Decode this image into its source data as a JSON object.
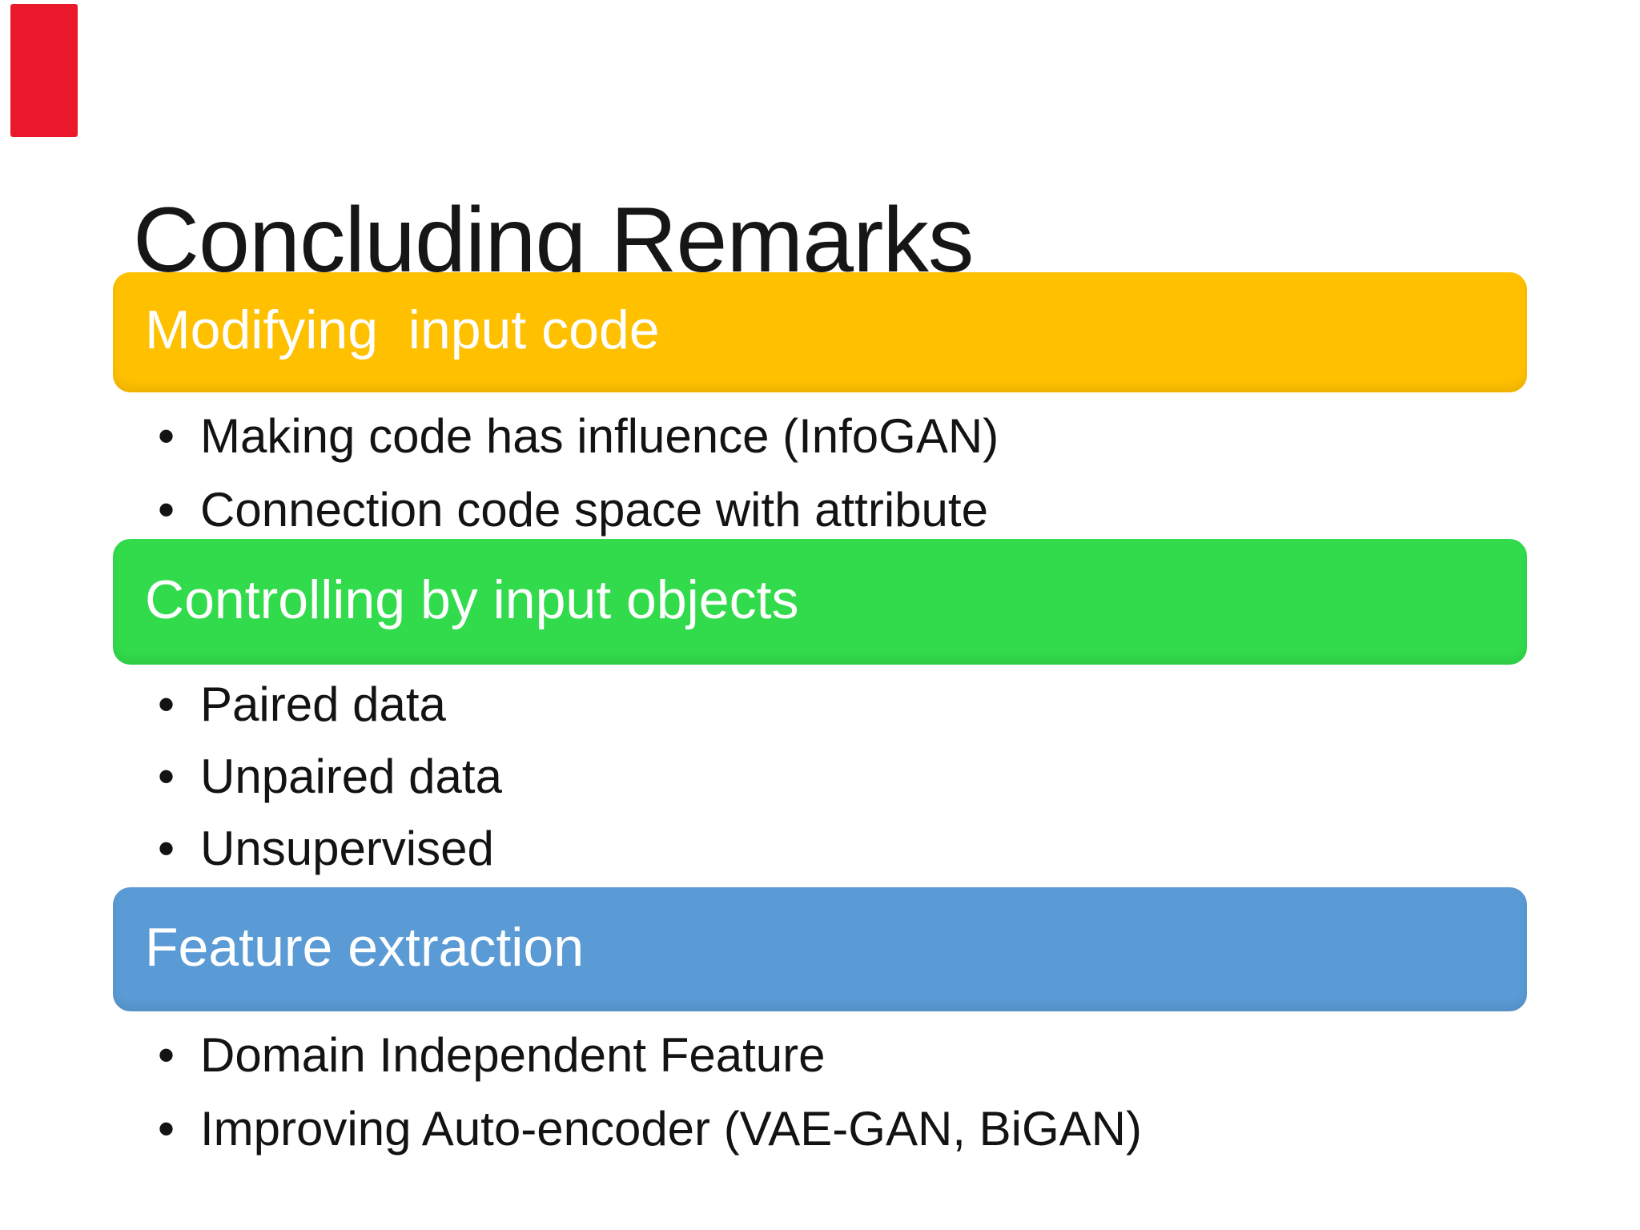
{
  "slide": {
    "title": "Concluding Remarks",
    "bullet_glyph": "•",
    "marker_color": "#e9192b",
    "sections": [
      {
        "label": "Modifying  input code",
        "color": "#ffc000",
        "bullets": [
          "Making code has influence (InfoGAN)",
          "Connection code space with attribute"
        ]
      },
      {
        "label": "Controlling by input objects",
        "color": "#32db4b",
        "bullets": [
          "Paired data",
          "Unpaired data",
          "Unsupervised"
        ]
      },
      {
        "label": "Feature extraction",
        "color": "#5b9bd5",
        "bullets": [
          "Domain Independent Feature",
          "Improving Auto-encoder (VAE-GAN, BiGAN)"
        ]
      }
    ]
  }
}
